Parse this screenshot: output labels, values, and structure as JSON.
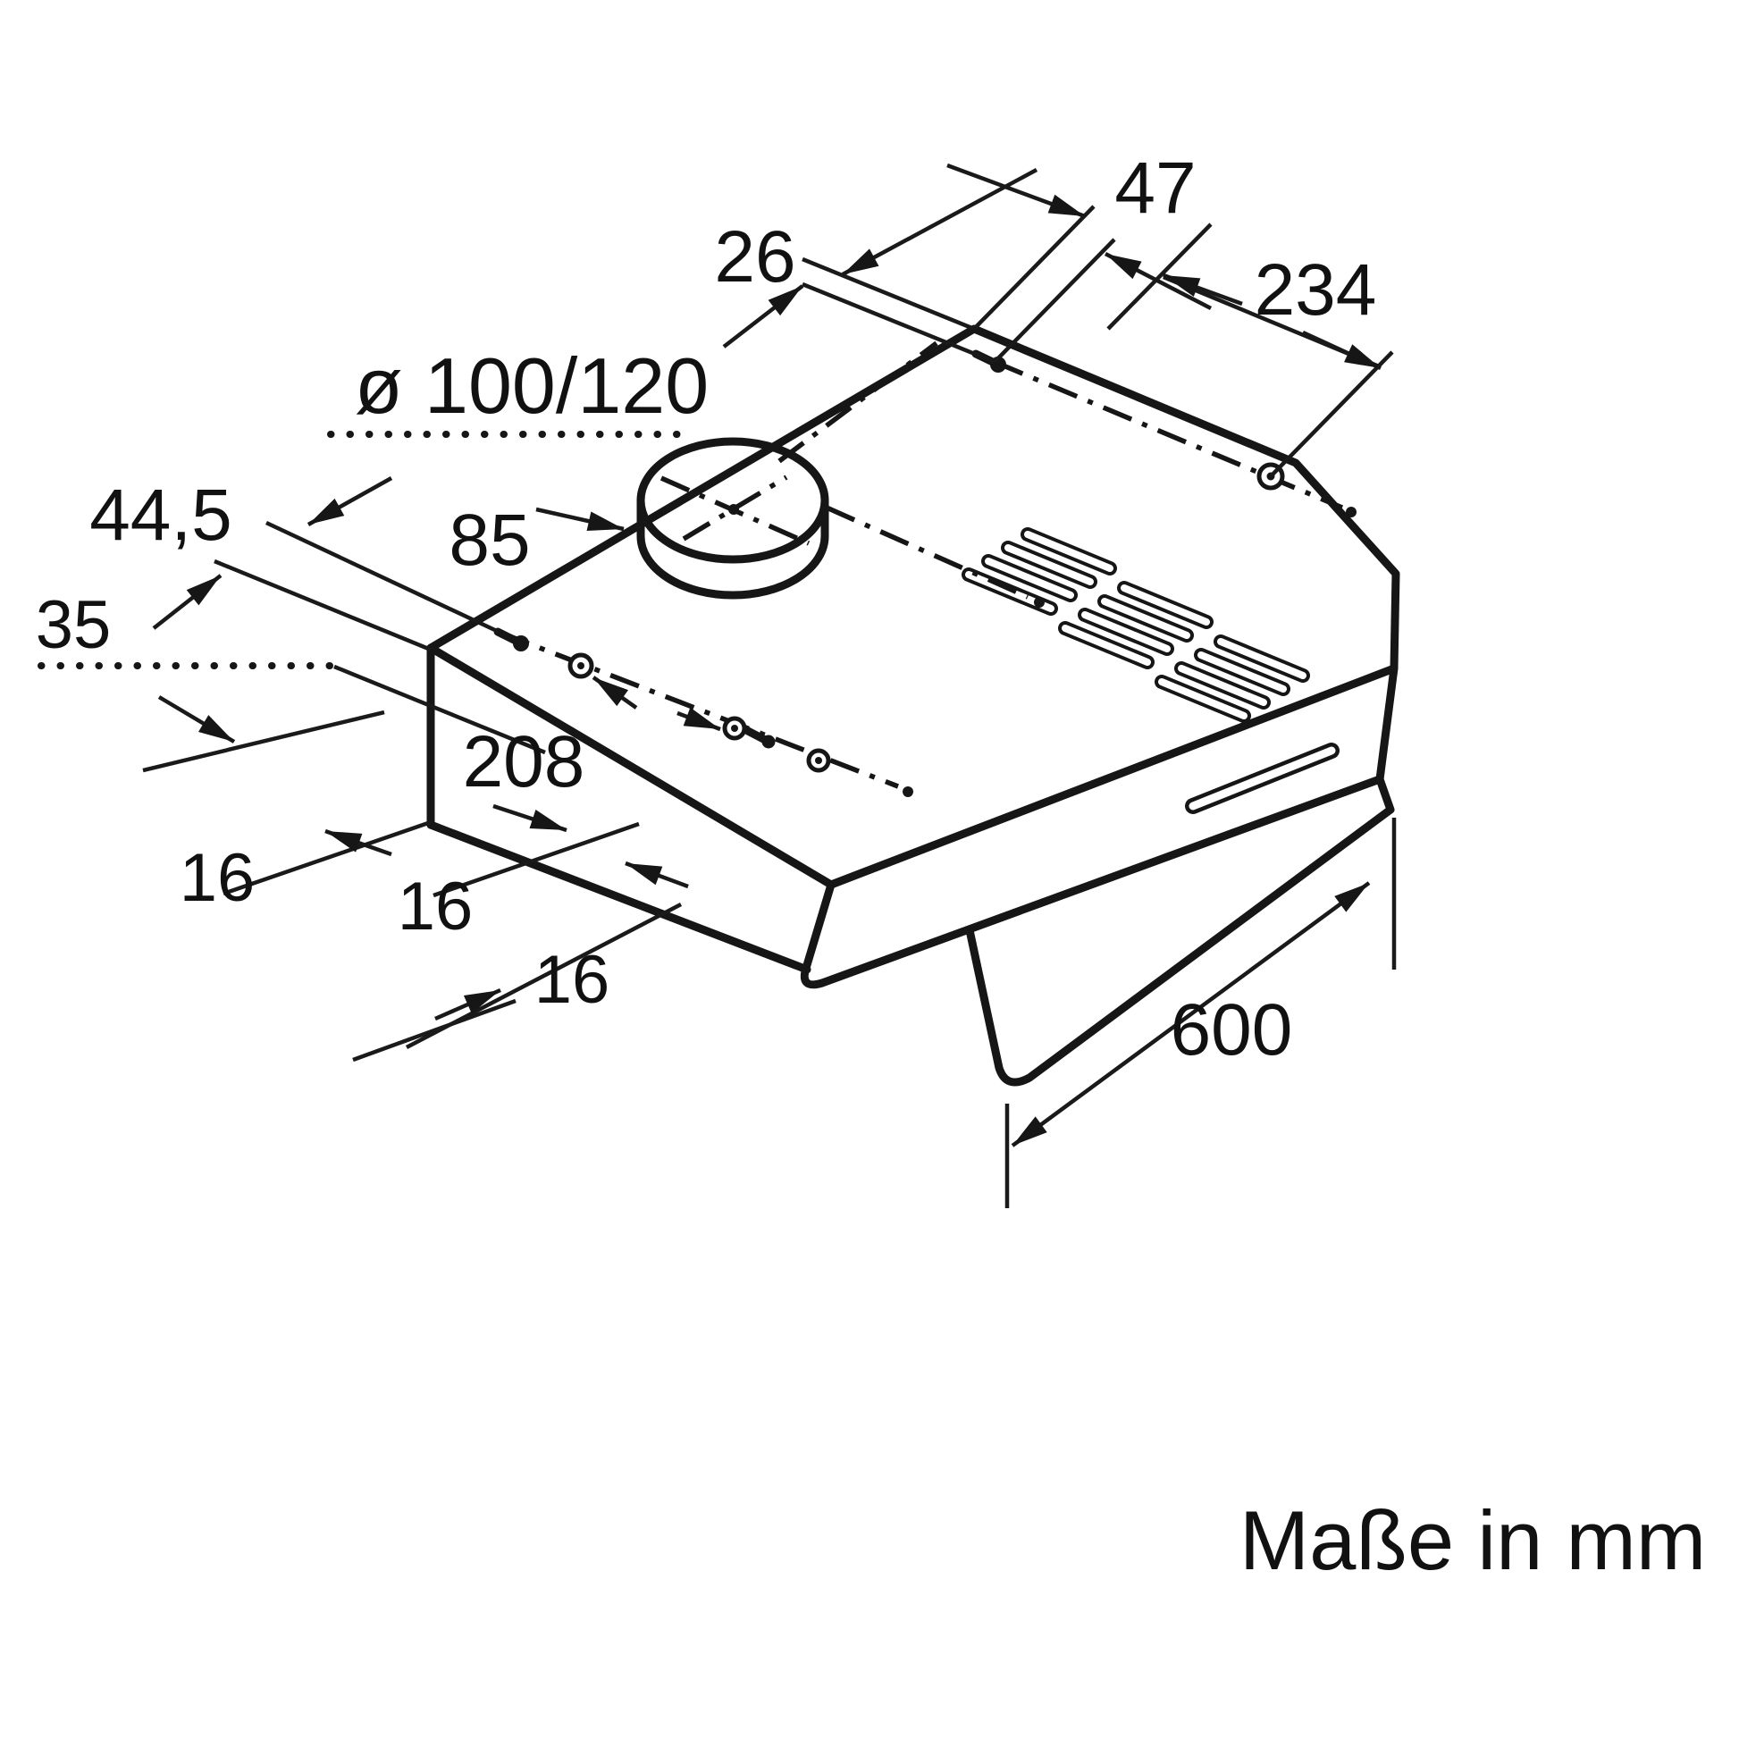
{
  "figure": {
    "type": "installation-dimension-drawing",
    "subject": "under-cabinet cooker hood",
    "units_note": "Maße in mm",
    "line_color": "#161616",
    "background_color": "#ffffff",
    "dimensions": {
      "top_keyhole_offset": "26",
      "top_keyhole_margin": "47",
      "top_keyhole_spacing": "234",
      "duct_diameter": "ø 100/120",
      "collar_offset": "44,5",
      "collar_edge_distance": "85",
      "back_hole_offset": "35",
      "back_hole_spacing": "208",
      "spacing_16_a": "16",
      "spacing_16_b": "16",
      "spacing_16_c": "16",
      "hood_width": "600"
    }
  }
}
